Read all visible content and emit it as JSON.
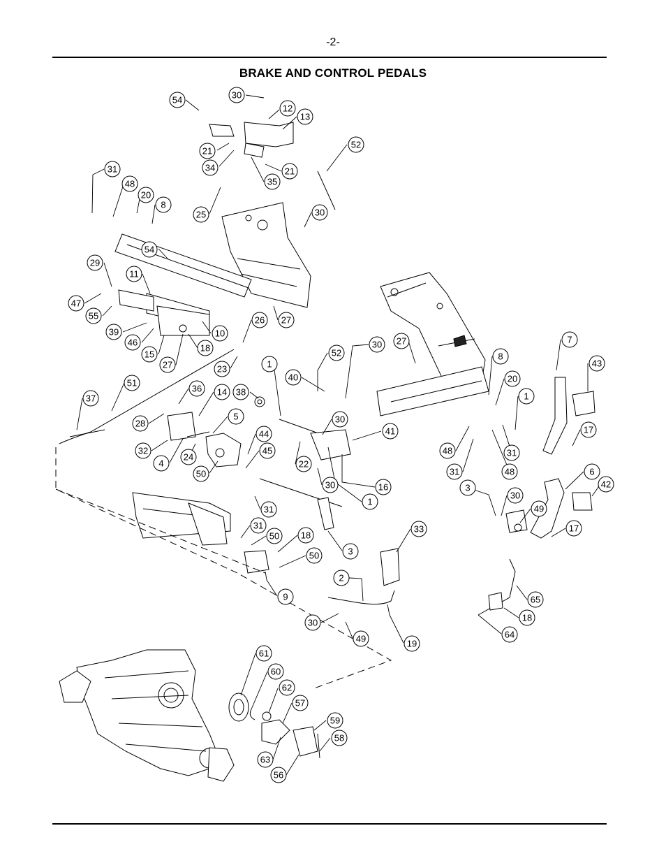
{
  "page": {
    "number": "-2-",
    "title": "BRAKE AND CONTROL PEDALS"
  },
  "callouts": [
    {
      "label": "54"
    },
    {
      "label": "30"
    },
    {
      "label": "12"
    },
    {
      "label": "13"
    },
    {
      "label": "52"
    },
    {
      "label": "21"
    },
    {
      "label": "34"
    },
    {
      "label": "21"
    },
    {
      "label": "35"
    },
    {
      "label": "31"
    },
    {
      "label": "48"
    },
    {
      "label": "20"
    },
    {
      "label": "8"
    },
    {
      "label": "25"
    },
    {
      "label": "30"
    },
    {
      "label": "54"
    },
    {
      "label": "29"
    },
    {
      "label": "11"
    },
    {
      "label": "47"
    },
    {
      "label": "55"
    },
    {
      "label": "39"
    },
    {
      "label": "46"
    },
    {
      "label": "15"
    },
    {
      "label": "27"
    },
    {
      "label": "18"
    },
    {
      "label": "10"
    },
    {
      "label": "26"
    },
    {
      "label": "27"
    },
    {
      "label": "23"
    },
    {
      "label": "1"
    },
    {
      "label": "52"
    },
    {
      "label": "30"
    },
    {
      "label": "27"
    },
    {
      "label": "40"
    },
    {
      "label": "8"
    },
    {
      "label": "7"
    },
    {
      "label": "43"
    },
    {
      "label": "20"
    },
    {
      "label": "1"
    },
    {
      "label": "51"
    },
    {
      "label": "37"
    },
    {
      "label": "36"
    },
    {
      "label": "14"
    },
    {
      "label": "38"
    },
    {
      "label": "28"
    },
    {
      "label": "5"
    },
    {
      "label": "30"
    },
    {
      "label": "41"
    },
    {
      "label": "17"
    },
    {
      "label": "44"
    },
    {
      "label": "32"
    },
    {
      "label": "45"
    },
    {
      "label": "4"
    },
    {
      "label": "24"
    },
    {
      "label": "22"
    },
    {
      "label": "48"
    },
    {
      "label": "31"
    },
    {
      "label": "50"
    },
    {
      "label": "31"
    },
    {
      "label": "48"
    },
    {
      "label": "6"
    },
    {
      "label": "16"
    },
    {
      "label": "42"
    },
    {
      "label": "30"
    },
    {
      "label": "1"
    },
    {
      "label": "3"
    },
    {
      "label": "30"
    },
    {
      "label": "31"
    },
    {
      "label": "49"
    },
    {
      "label": "17"
    },
    {
      "label": "31"
    },
    {
      "label": "33"
    },
    {
      "label": "50"
    },
    {
      "label": "18"
    },
    {
      "label": "3"
    },
    {
      "label": "50"
    },
    {
      "label": "2"
    },
    {
      "label": "9"
    },
    {
      "label": "65"
    },
    {
      "label": "18"
    },
    {
      "label": "30"
    },
    {
      "label": "49"
    },
    {
      "label": "19"
    },
    {
      "label": "64"
    },
    {
      "label": "61"
    },
    {
      "label": "60"
    },
    {
      "label": "62"
    },
    {
      "label": "57"
    },
    {
      "label": "59"
    },
    {
      "label": "58"
    },
    {
      "label": "63"
    },
    {
      "label": "56"
    }
  ]
}
